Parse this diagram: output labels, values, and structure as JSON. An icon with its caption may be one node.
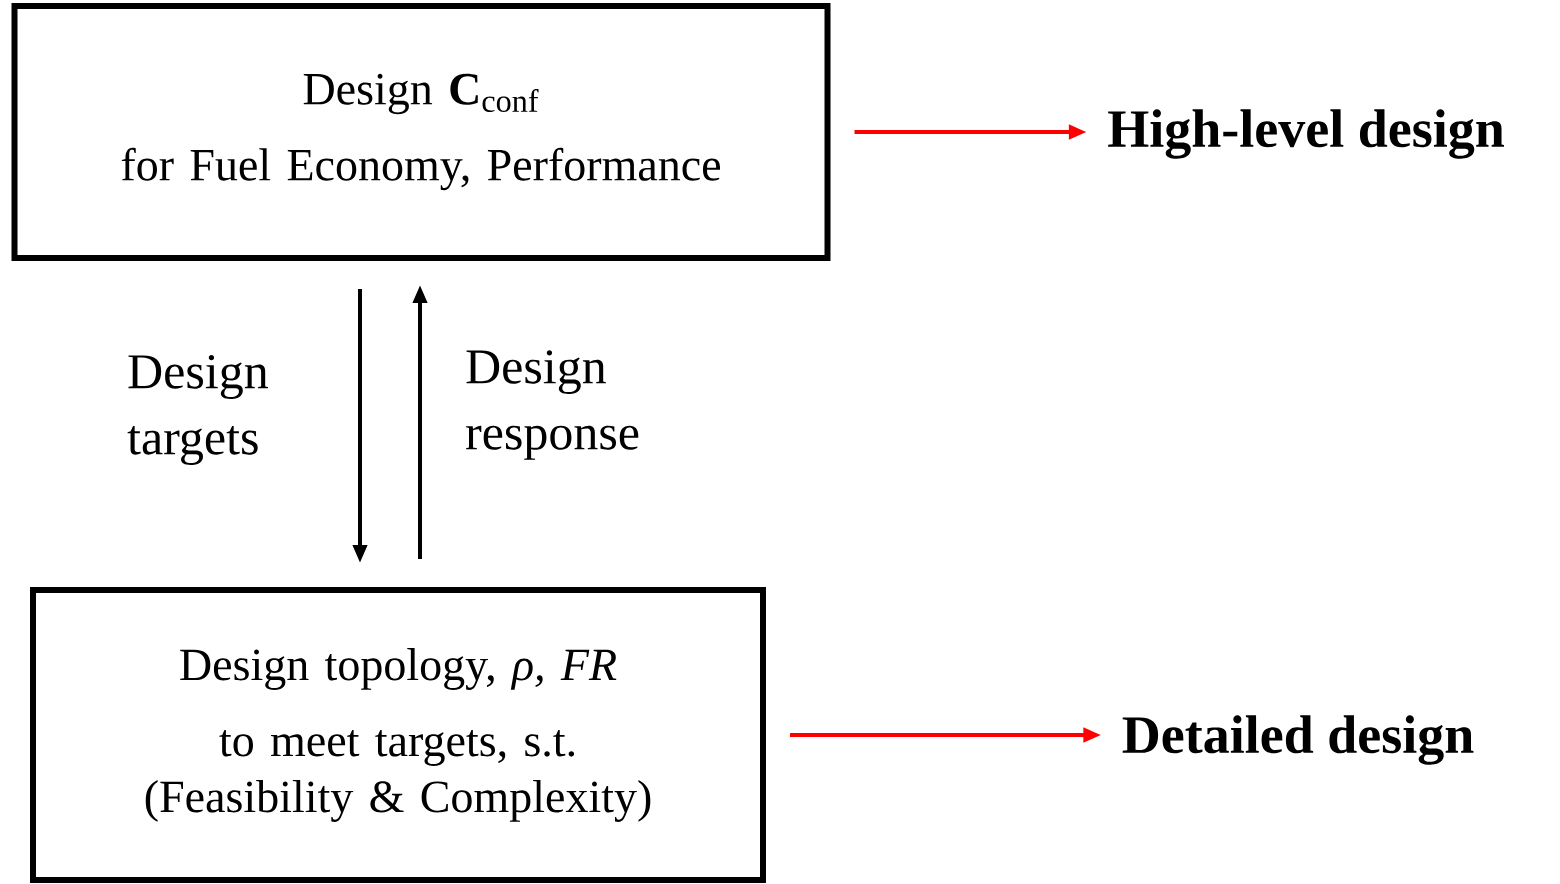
{
  "diagram": {
    "nodes": [
      {
        "text": [
          "Design **C**$_{conf}$",
          "for Fuel Economy, Performance"
        ]
      },
      {
        "text": [
          "High-level design"
        ]
      },
      {
        "text": [
          "Design topology, *ρ, FR*",
          "to meet targets, s.t. (Feasibility & Complexity)"
        ]
      },
      {
        "text": [
          "Detailed design"
        ]
      }
    ],
    "edges": [
      {
        "from": 0,
        "to": 2,
        "arrow": "to",
        "label": "Design targets"
      },
      {
        "from": 2,
        "to": 0,
        "arrow": "to",
        "label": "Design response"
      },
      {
        "from": 0,
        "to": 1,
        "arrow": "to",
        "color": "#ff0000"
      },
      {
        "from": 2,
        "to": 3,
        "arrow": "to",
        "color": "#ff0000"
      }
    ]
  }
}
